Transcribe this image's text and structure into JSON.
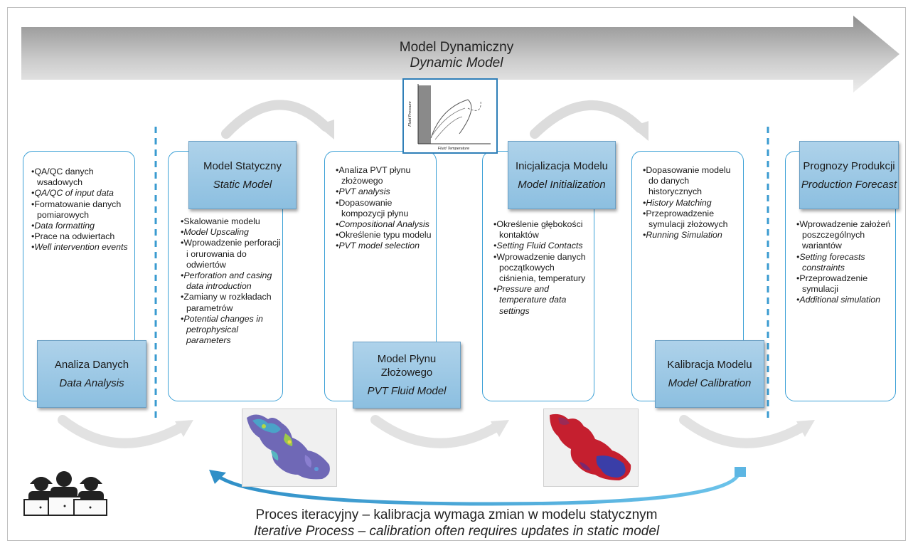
{
  "banner": {
    "title_pl": "Model Dynamiczny",
    "title_en": "Dynamic Model"
  },
  "stages": [
    {
      "title_pl": "Analiza Danych",
      "title_en": "Data Analysis",
      "bullets": [
        {
          "text": "QA/QC danych wsadowych",
          "italic": false
        },
        {
          "text": "QA/QC of input data",
          "italic": true
        },
        {
          "text": "Formatowanie danych pomiarowych",
          "italic": false
        },
        {
          "text": "Data formatting",
          "italic": true
        },
        {
          "text": "Prace na odwiertach",
          "italic": false
        },
        {
          "text": "Well intervention events",
          "italic": true
        }
      ]
    },
    {
      "title_pl": "Model Statyczny",
      "title_en": "Static Model",
      "bullets": [
        {
          "text": "Skalowanie modelu",
          "italic": false
        },
        {
          "text": "Model Upscaling",
          "italic": true
        },
        {
          "text": "Wprowadzenie perforacji i orurowania do odwiertów",
          "italic": false
        },
        {
          "text": "Perforation and casing data introduction",
          "italic": true
        },
        {
          "text": "Zamiany w rozkładach parametrów",
          "italic": false
        },
        {
          "text": "Potential changes in petrophysical parameters",
          "italic": true
        }
      ]
    },
    {
      "title_pl": "Model Płynu Złożowego",
      "title_en": "PVT Fluid Model",
      "bullets": [
        {
          "text": "Analiza PVT płynu złożowego",
          "italic": false
        },
        {
          "text": "PVT analysis",
          "italic": true
        },
        {
          "text": "Dopasowanie kompozycji płynu",
          "italic": false
        },
        {
          "text": "Compositional Analysis",
          "italic": true
        },
        {
          "text": "Określenie typu modelu",
          "italic": false
        },
        {
          "text": "PVT model selection",
          "italic": true
        }
      ]
    },
    {
      "title_pl": "Inicjalizacja Modelu",
      "title_en": "Model Initialization",
      "bullets": [
        {
          "text": "Określenie głębokości kontaktów",
          "italic": false
        },
        {
          "text": "Setting Fluid Contacts",
          "italic": true
        },
        {
          "text": "Wprowadzenie danych początkowych ciśnienia, temperatury",
          "italic": false
        },
        {
          "text": "Pressure and temperature data settings",
          "italic": true
        }
      ]
    },
    {
      "title_pl": "Kalibracja Modelu",
      "title_en": "Model Calibration",
      "bullets": [
        {
          "text": "Dopasowanie modelu do danych historycznych",
          "italic": false
        },
        {
          "text": "History Matching",
          "italic": true
        },
        {
          "text": "Przeprowadzenie symulacji złożowych",
          "italic": false
        },
        {
          "text": "Running Simulation",
          "italic": true
        }
      ]
    },
    {
      "title_pl": "Prognozy Produkcji",
      "title_en": "Production Forecast",
      "bullets": [
        {
          "text": "Wprowadzenie założeń poszczególnych wariantów",
          "italic": false
        },
        {
          "text": "Setting forecasts constraints",
          "italic": true
        },
        {
          "text": "Przeprowadzenie symulacji",
          "italic": false
        },
        {
          "text": "Additional simulation",
          "italic": true
        }
      ]
    }
  ],
  "pvt_diagram": {
    "xlabel": "Fluid Temperature",
    "ylabel": "Fluid Pressure"
  },
  "bottom": {
    "text_pl": "Proces iteracyjny – kalibracja wymaga zmian w modelu statycznym",
    "text_en": "Iterative Process – calibration often requires updates in static model"
  },
  "colors": {
    "accent": "#3ba0d6",
    "title_box": "#9ecae6",
    "banner_arrow": "#a8a8a8",
    "loop_arrow": "#3a9bd0"
  }
}
